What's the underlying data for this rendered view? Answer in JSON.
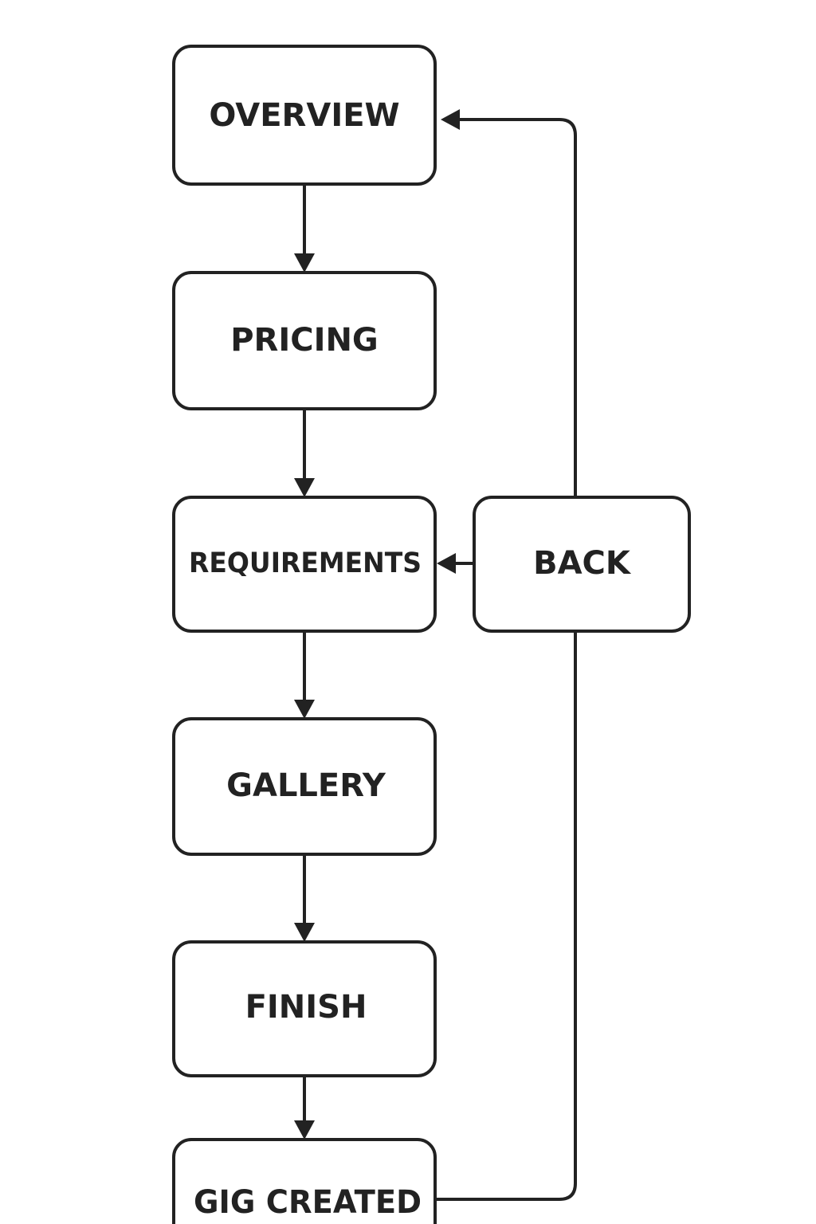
{
  "diagram": {
    "nodes": {
      "overview": "OVERVIEW",
      "pricing": "PRICING",
      "requirements": "REQUIREMENTS",
      "gallery": "GALLERY",
      "finish": "FINISH",
      "gig_created": "GIG CREATED",
      "back": "BACK"
    },
    "edges": [
      {
        "from": "OVERVIEW",
        "to": "PRICING"
      },
      {
        "from": "PRICING",
        "to": "REQUIREMENTS"
      },
      {
        "from": "REQUIREMENTS",
        "to": "GALLERY"
      },
      {
        "from": "GALLERY",
        "to": "FINISH"
      },
      {
        "from": "FINISH",
        "to": "GIG CREATED"
      },
      {
        "from": "BACK",
        "to": "REQUIREMENTS"
      },
      {
        "from": "BACK",
        "to": "OVERVIEW"
      },
      {
        "from": "GIG CREATED",
        "to": "BACK"
      }
    ]
  }
}
